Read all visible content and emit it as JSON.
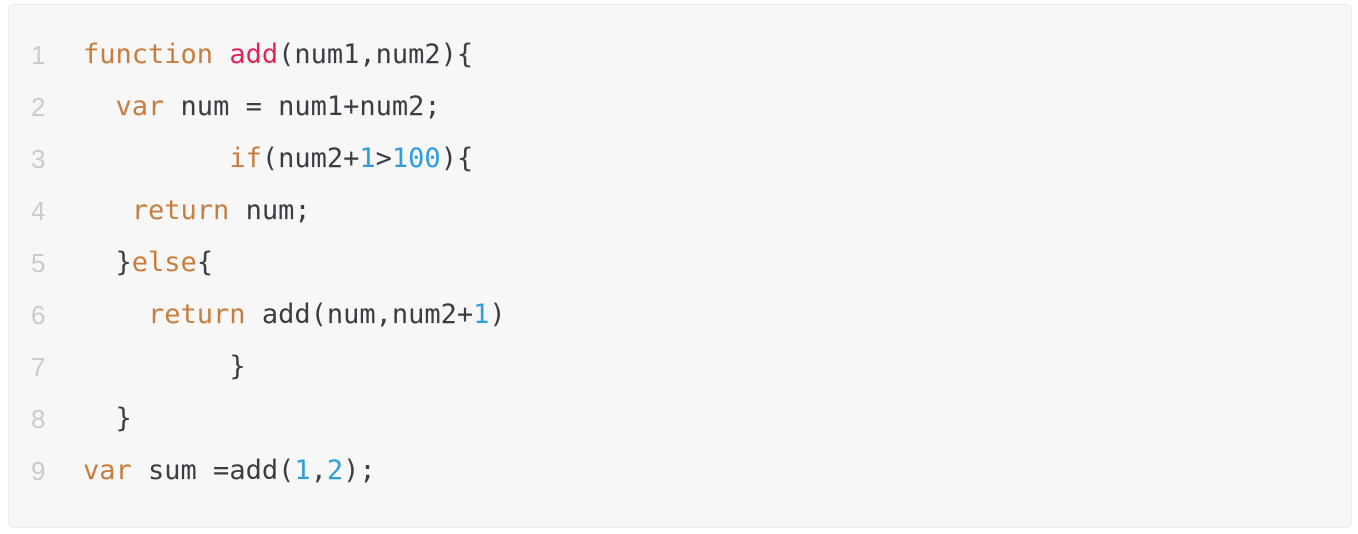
{
  "colors": {
    "page_background": "#ffffff",
    "card_background": "#f7f7f7",
    "card_border": "#ececec",
    "keyword": "#c87d3e",
    "function_name": "#e02659",
    "number_literal": "#2d9fdf",
    "plain_text": "#3a3d43",
    "line_number": "#c9cbd0"
  },
  "code": {
    "language": "javascript",
    "lines": [
      {
        "number": "1",
        "indent": 0,
        "tokens": [
          {
            "type": "keyword",
            "text": "function"
          },
          {
            "type": "plain",
            "text": " "
          },
          {
            "type": "function",
            "text": "add"
          },
          {
            "type": "plain",
            "text": "(num1,num2){"
          }
        ]
      },
      {
        "number": "2",
        "indent": 2,
        "tokens": [
          {
            "type": "keyword",
            "text": "var"
          },
          {
            "type": "plain",
            "text": " num = num1+num2;"
          }
        ]
      },
      {
        "number": "3",
        "indent": 9,
        "tokens": [
          {
            "type": "keyword",
            "text": "if"
          },
          {
            "type": "plain",
            "text": "(num2+"
          },
          {
            "type": "number",
            "text": "1"
          },
          {
            "type": "plain",
            "text": ">"
          },
          {
            "type": "number",
            "text": "100"
          },
          {
            "type": "plain",
            "text": "){"
          }
        ]
      },
      {
        "number": "4",
        "indent": 3,
        "tokens": [
          {
            "type": "keyword",
            "text": "return"
          },
          {
            "type": "plain",
            "text": " num;"
          }
        ]
      },
      {
        "number": "5",
        "indent": 2,
        "tokens": [
          {
            "type": "plain",
            "text": "}"
          },
          {
            "type": "keyword",
            "text": "else"
          },
          {
            "type": "plain",
            "text": "{"
          }
        ]
      },
      {
        "number": "6",
        "indent": 4,
        "tokens": [
          {
            "type": "keyword",
            "text": "return"
          },
          {
            "type": "plain",
            "text": " add(num,num2+"
          },
          {
            "type": "number",
            "text": "1"
          },
          {
            "type": "plain",
            "text": ")"
          }
        ]
      },
      {
        "number": "7",
        "indent": 9,
        "tokens": [
          {
            "type": "plain",
            "text": "}"
          }
        ]
      },
      {
        "number": "8",
        "indent": 2,
        "tokens": [
          {
            "type": "plain",
            "text": "}"
          }
        ]
      },
      {
        "number": "9",
        "indent": 0,
        "tokens": [
          {
            "type": "keyword",
            "text": "var"
          },
          {
            "type": "plain",
            "text": " sum =add("
          },
          {
            "type": "number",
            "text": "1"
          },
          {
            "type": "plain",
            "text": ","
          },
          {
            "type": "number",
            "text": "2"
          },
          {
            "type": "plain",
            "text": ");"
          }
        ]
      }
    ]
  }
}
